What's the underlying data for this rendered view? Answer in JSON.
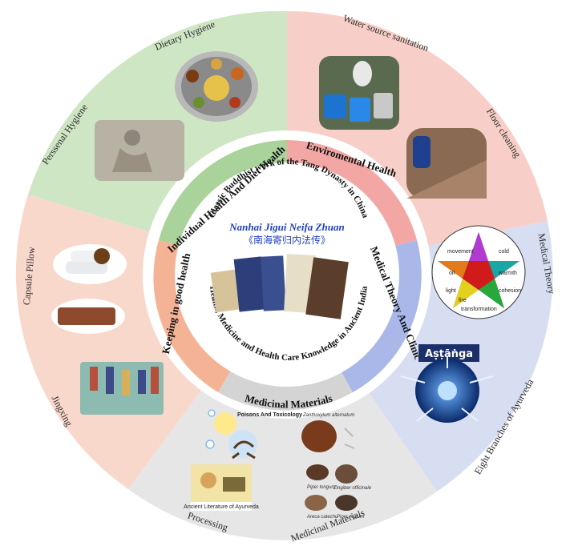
{
  "center": {
    "title_en": "Nanhai Jigui Neifa Zhuan",
    "title_zh": "《南海寄归内法传》",
    "arc_top": "Classic Buddhist work of the Tang Dynasty in China",
    "arc_bottom": "Health, Medicine and Health Care Knowledge in Ancient India"
  },
  "bands": {
    "individual": "Individual Health And Diet Health",
    "environmental": "Enviromental Health",
    "medical_theory": "Medical Theory And Clinic",
    "medicinal": "Medicinal Materials",
    "keeping": "Keeping in good health"
  },
  "outer": {
    "dietary": "Dietary Hygiene",
    "personal": "Perssenal Hygiene",
    "water": "Water source sanitation",
    "floor": "Floor cleaning",
    "medical_theory": "Medical Theory",
    "eight": "Eight Branches of Ayurveda",
    "astanga": "Aṣṭāṅga",
    "medicinal_materials": "Medicinal Materials",
    "processing": "Processing",
    "jingxing": "Jingxing",
    "capsule": "Capsule Pillow",
    "poisons": "Poisons And Toxicology",
    "literature": "Ancient Literature of Ayurveda",
    "pentagram": [
      "movement",
      "cold",
      "oil",
      "warmth",
      "light",
      "cohesion",
      "fire",
      "transformation"
    ],
    "herbs": [
      "Zanthoxylum alternatum",
      "Piper longum",
      "Zingiber officinale",
      "Areca catechu",
      "Piper nigrum"
    ]
  },
  "colors": {
    "green": "#cfe6c4",
    "pink": "#f8cfc8",
    "blue": "#d7def1",
    "gray": "#e6e6e6",
    "peach": "#f9d8cc",
    "title_blue": "#1f3fbf"
  }
}
